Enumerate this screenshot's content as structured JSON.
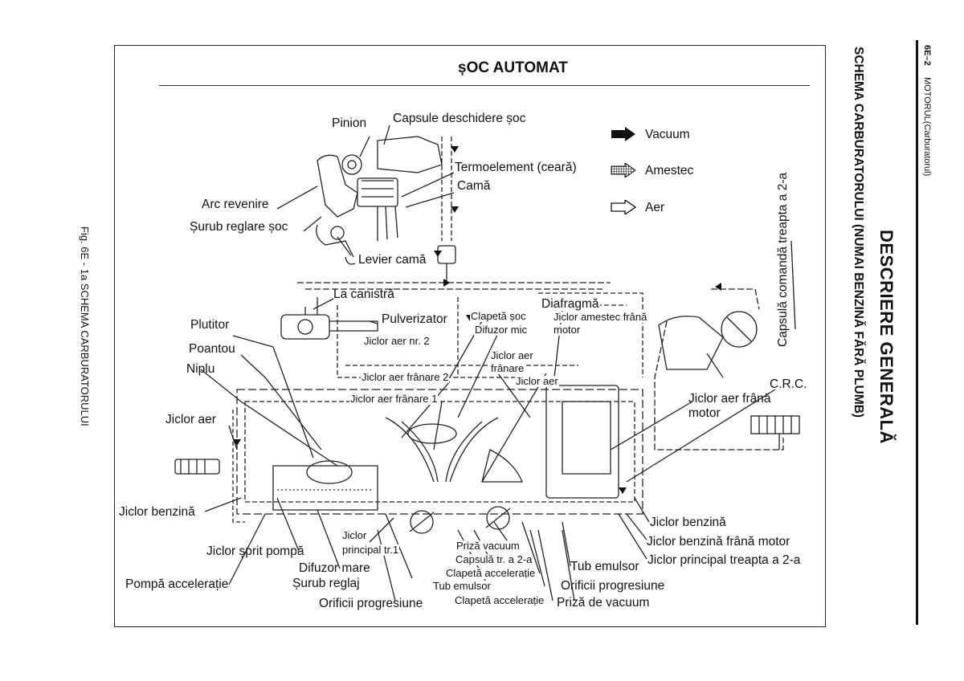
{
  "page_header": {
    "page_number": "6E–2",
    "chapter": "MOTORUL(Carburatorul)"
  },
  "section": {
    "title": "DESCRIERE GENERALĂ",
    "subtitle": "SCHEMA CARBURATORULUI (NUMAI BENZINĂ FĂRĂ PLUMB)"
  },
  "figure": {
    "title": "șOC AUTOMAT",
    "caption": "Fig. 6E - 1a SCHEMA CARBURATORULUI"
  },
  "legend": [
    {
      "label": "Vacuum",
      "icon": "solid-arrow-icon"
    },
    {
      "label": "Amestec",
      "icon": "dotted-arrow-icon"
    },
    {
      "label": "Aer",
      "icon": "outline-arrow-icon"
    }
  ],
  "labels": {
    "pinion": "Pinion",
    "capsule_deschidere_soc": "Capsule deschidere șoc",
    "termoelement": "Termoelement (ceară)",
    "cama": "Camă",
    "arc_revenire": "Arc revenire",
    "surub_reglare_soc": "Șurub reglare șoc",
    "levier_cama": "Levier camă",
    "la_canistra": "La canistră",
    "capsula_comanda": "Capsulă comandă treapta a 2-a",
    "plutitor": "Plutitor",
    "pulverizator": "Pulverizator",
    "clapeta_soc": "Clapetă șoc",
    "diafragma": "Diafragmă",
    "difuzor_mic": "Difuzor mic",
    "jiclor_amestec_frana_motor_1": "Jiclor amestec frână",
    "jiclor_amestec_frana_motor_2": "motor",
    "poantou": "Poantou",
    "jiclor_aer_nr2": "Jiclor aer nr. 2",
    "jiclor_aer_franare_right_1": "Jiclor aer",
    "jiclor_aer_franare_right_2": "frânare",
    "niplu": "Niplu",
    "jiclor_aer_franare_2": "Jiclor aer frânare 2",
    "jiclor_aer_mid": "Jiclor aer",
    "crc": "C.R.C.",
    "jiclor_aer_franare_1": "Jiclor aer frânare 1",
    "jiclor_aer_frana_motor_1": "Jiclor aer frână",
    "jiclor_aer_frana_motor_2": "motor",
    "jiclor_aer_left": "Jiclor aer",
    "jiclor_benzina_left": "Jiclor benzină",
    "jiclor_benzina_right": "Jiclor benzină",
    "jiclor_benzina_frana_motor": "Jiclor benzină frână motor",
    "jiclor_principal_tr1_1": "Jiclor",
    "jiclor_principal_tr1_2": "principal tr.1",
    "priza_vacuum": "Priză vacuum",
    "jiclor_sprit_pompa": "Jiclor șprit pompă",
    "capsula_tr2a": "Capsulă tr. a 2-a",
    "tub_emulsor_right": "Tub emulsor",
    "jiclor_principal_tr2": "Jiclor principal treapta a 2-a",
    "difuzor_mare": "Difuzor mare",
    "clapeta_acceleratie_1": "Clapetă accelerație",
    "pompa_acceleratie": "Pompă accelerație",
    "surub_reglaj": "Șurub reglaj",
    "tub_emulsor_mid": "Tub emulsor",
    "orificii_progresiune_right": "Orificii progresiune",
    "orificii_progresiune_left": "Orificii progresiune",
    "clapeta_acceleratie_2": "Clapetă accelerație",
    "priza_de_vacuum": "Priză de vacuum"
  }
}
